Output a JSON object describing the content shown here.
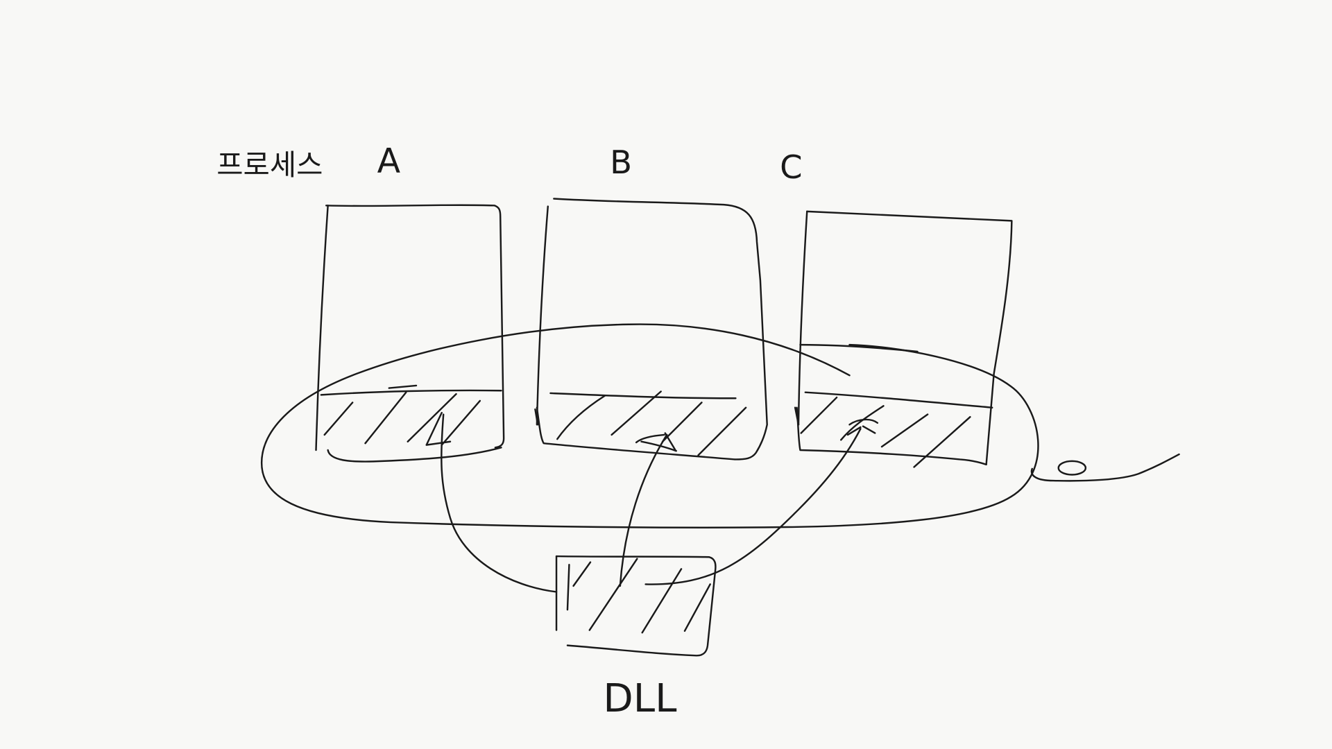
{
  "labels": {
    "process_prefix": "프로세스",
    "process_a": "A",
    "process_b": "B",
    "process_c": "C",
    "dll": "DLL"
  },
  "colors": {
    "ink": "#1a1a1a",
    "paper": "#f8f8f6"
  }
}
